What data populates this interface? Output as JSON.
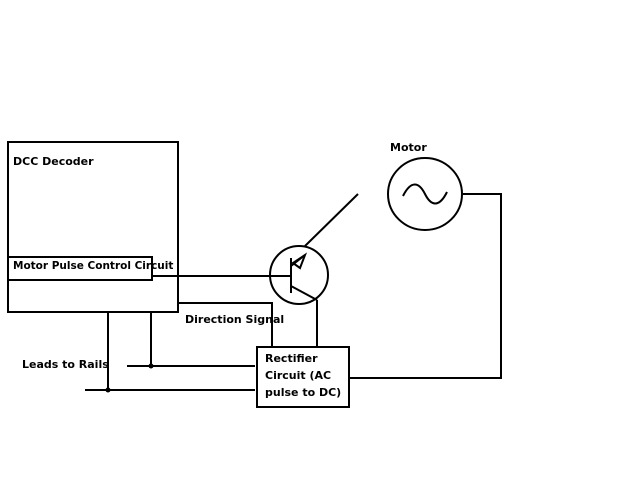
{
  "labels": {
    "dcc_decoder": "DCC Decoder",
    "motor_pulse": "Motor Pulse Control Circuit",
    "motor": "Motor",
    "direction_signal": "Direction Signal",
    "leads_to_rails": "Leads to Rails",
    "rectifier": "Rectifier Circuit (AC pulse to DC)"
  },
  "icons": {
    "motor_symbol": "ac-motor-icon",
    "transistor_symbol": "transistor-icon"
  },
  "colors": {
    "line": "#000000",
    "background": "#ffffff"
  }
}
